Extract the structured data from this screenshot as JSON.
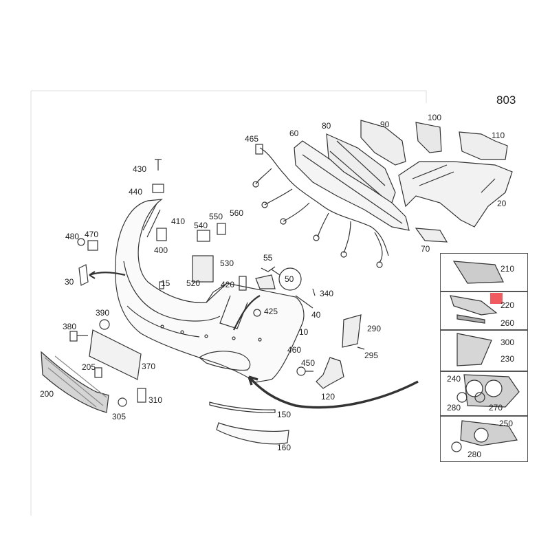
{
  "page_number": "803",
  "highlight_color": "#ef5b5f",
  "line_color": "#555555",
  "callouts": {
    "c10": "10",
    "c15": "15",
    "c20": "20",
    "c30": "30",
    "c40": "40",
    "c50": "50",
    "c55": "55",
    "c60": "60",
    "c70": "70",
    "c80": "80",
    "c90": "90",
    "c100": "100",
    "c110": "110",
    "c120": "120",
    "c150": "150",
    "c160": "160",
    "c200": "200",
    "c205": "205",
    "c210": "210",
    "c220": "220",
    "c230": "230",
    "c240": "240",
    "c250": "250",
    "c260": "260",
    "c270": "270",
    "c280a": "280",
    "c280b": "280",
    "c290": "290",
    "c295": "295",
    "c300": "300",
    "c305": "305",
    "c310": "310",
    "c340": "340",
    "c370": "370",
    "c380": "380",
    "c390": "390",
    "c400": "400",
    "c410": "410",
    "c420": "420",
    "c425": "425",
    "c430": "430",
    "c440": "440",
    "c450": "450",
    "c460": "460",
    "c465": "465",
    "c470": "470",
    "c480": "480",
    "c520": "520",
    "c530": "530",
    "c540": "540",
    "c550": "550",
    "c560": "560"
  }
}
